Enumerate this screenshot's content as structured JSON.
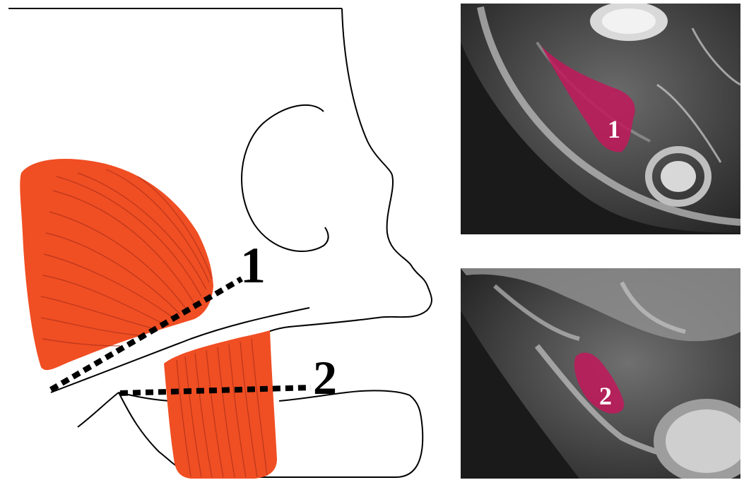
{
  "diagram": {
    "cut_labels": [
      "1",
      "2"
    ],
    "scan_labels": [
      "1",
      "2"
    ]
  },
  "colors": {
    "muscle_fill": "#f04e23",
    "muscle_dark": "#b8321a",
    "outline": "#000000",
    "scan_background": "#2a2a2a",
    "scan_highlight": "#c2185b",
    "label_on_scan": "#ffffff"
  },
  "icons": [
    "head-profile-outline",
    "muscle-upper",
    "muscle-lower",
    "ct-scan-1",
    "ct-scan-2"
  ]
}
